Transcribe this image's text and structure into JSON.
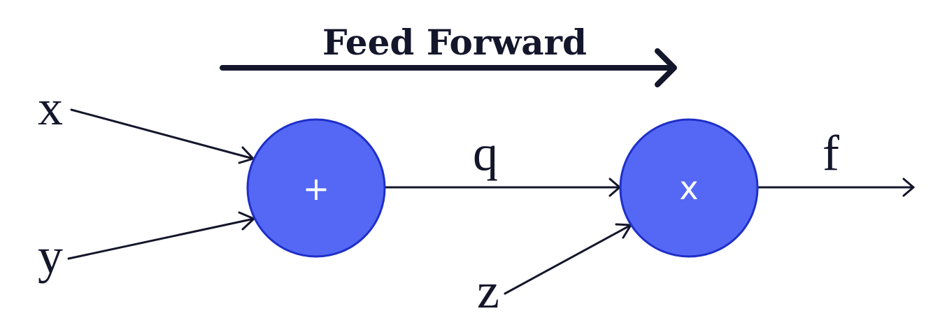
{
  "title": "Feed Forward",
  "colors": {
    "node_fill": "#5468f5",
    "node_stroke": "#1f2fc7",
    "line": "#14162b",
    "node_label": "#ffffff"
  },
  "nodes": {
    "add": {
      "label": "+"
    },
    "multiply": {
      "label": "x"
    }
  },
  "variables": {
    "x": "x",
    "y": "y",
    "z": "z",
    "q": "q",
    "f": "f"
  },
  "edges": [
    {
      "from": "x",
      "to": "add"
    },
    {
      "from": "y",
      "to": "add"
    },
    {
      "from": "add",
      "to": "multiply",
      "label": "q"
    },
    {
      "from": "z",
      "to": "multiply"
    },
    {
      "from": "multiply",
      "to": "output",
      "label": "f"
    }
  ]
}
